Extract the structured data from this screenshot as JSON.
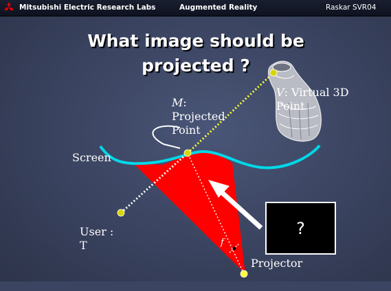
{
  "header": {
    "org": "Mitsubishi Electric Research Labs",
    "section": "Augmented Reality",
    "author": "Raskar SVR04"
  },
  "title": "What image should be projected ?",
  "labels": {
    "virtual_point_prefix": "V",
    "virtual_point_rest": ": Virtual 3D",
    "virtual_point_line2": "Point",
    "projected_point_prefix": "M",
    "projected_point_line1_rest": ":",
    "projected_point_line2": "Projected",
    "projected_point_line3": "Point",
    "screen": "Screen",
    "user_line1": "User :",
    "user_line2": "T",
    "projector": "Projector",
    "focal_length": "f",
    "unknown_image": "?"
  },
  "colors": {
    "screen_curve": "#00d8e8",
    "projection_cone": "#ff0000",
    "point_marker": "#d6d600",
    "sight_line": "#ffff33",
    "header_bg": "#0e1220",
    "slide_bg": "#3d4764"
  },
  "icons": {
    "logo": "mitsubishi-three-diamonds-icon",
    "virtual_object": "vase-icon",
    "arrow": "white-arrow-icon"
  }
}
